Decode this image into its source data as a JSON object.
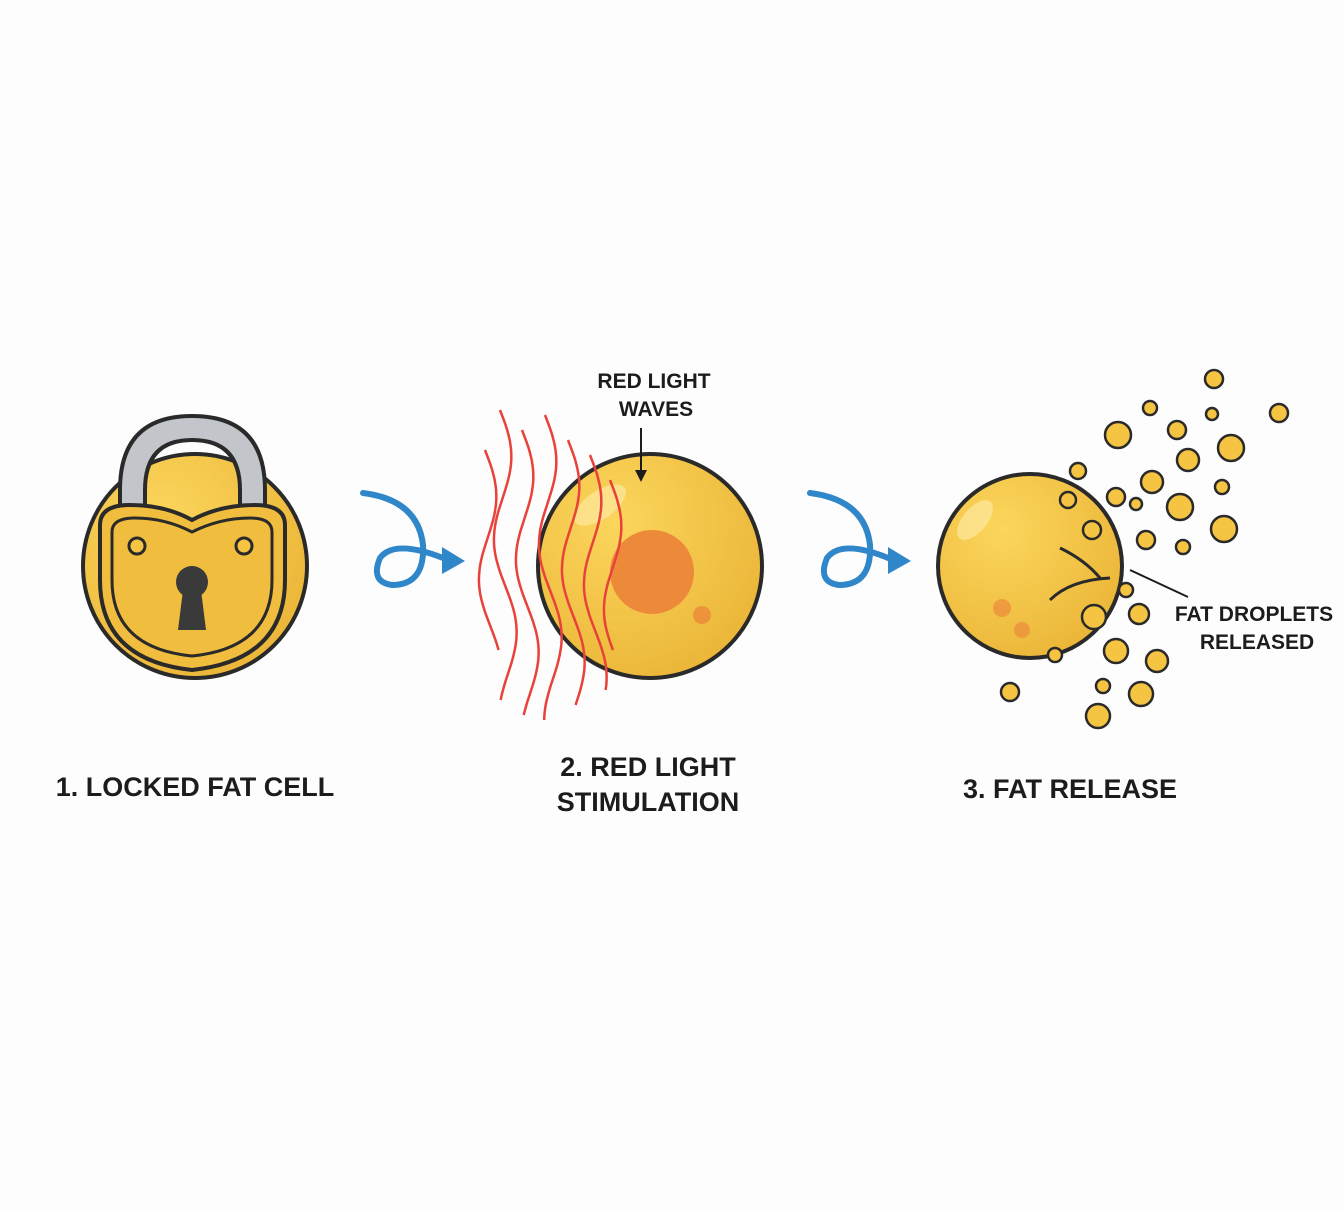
{
  "steps": [
    {
      "label": "1. LOCKED FAT CELL"
    },
    {
      "label_line1": "2. RED LIGHT",
      "label_line2": "STIMULATION"
    },
    {
      "label": "3. FAT RELEASE"
    }
  ],
  "annotations": {
    "waves_line1": "RED LIGHT",
    "waves_line2": "WAVES",
    "droplets_line1": "FAT DROPLETS",
    "droplets_line2": "RELEASED"
  },
  "colors": {
    "fat": "#f5c443",
    "outline": "#2a2a2a",
    "nucleus": "#ec8a3a",
    "wave": "#e8423a",
    "arrow": "#2f86c8",
    "shackle": "#b9bcc0"
  },
  "icons": [
    "padlock-icon",
    "curly-arrow-icon",
    "fat-cell-icon",
    "light-wave-icon",
    "fat-droplet-icon"
  ]
}
